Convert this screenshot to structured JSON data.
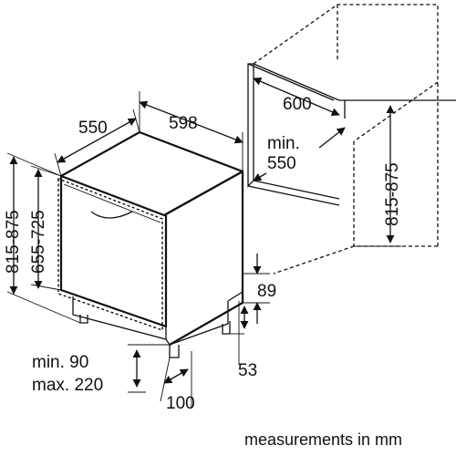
{
  "labels": {
    "depth_550": "550",
    "width_598": "598",
    "niche_width_600": "600",
    "niche_depth_min": "min.",
    "niche_depth_550": "550",
    "niche_height_range": "815-875",
    "overall_height_range": "815-875",
    "body_height_range": "655-725",
    "plinth_height_89": "89",
    "foot_offset_53": "53",
    "plinth_min": "min. 90",
    "plinth_max": "max. 220",
    "foot_depth_100": "100"
  },
  "footer": "measurements in mm"
}
